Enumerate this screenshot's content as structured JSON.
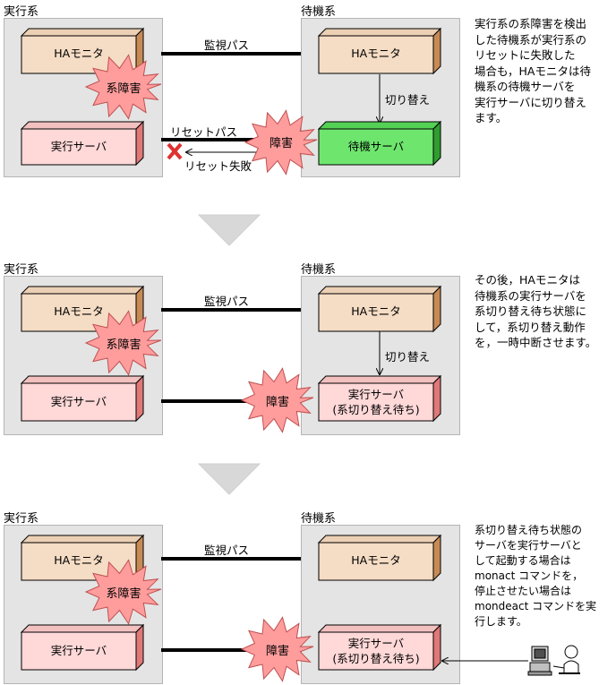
{
  "labels": {
    "active": "実行系",
    "standby": "待機系",
    "ha_monitor": "HAモニタ",
    "active_server": "実行サーバ",
    "standby_server": "待機サーバ",
    "waiting_server_line1": "実行サーバ",
    "waiting_server_line2": "(系切り替え待ち)",
    "system_failure": "系障害",
    "failure": "障害",
    "monitor_path": "監視パス",
    "reset_path": "リセットパス",
    "reset_failed": "リセット失敗",
    "switch": "切り替え"
  },
  "notes": {
    "step1": "実行系の系障害を検出\nした待機系が実行系の\nリセットに失敗した\n場合も，HAモニタは待\n機系の待機サーバを\n実行サーバに切り替え\nます。",
    "step2": "その後，HAモニタは\n待機系の実行サーバを\n系切り替え待ち状態に\nして，系切り替え動作\nを，一時中断させます。",
    "step3": "系切り替え待ち状態の\nサーバを実行サーバと\nして起動する場合は\nmonact コマンドを，\n停止させたい場合は\nmondeact コマンドを実\n行します。"
  },
  "colors": {
    "region_bg": "#e4e4e4",
    "ha_monitor": "#f5dcc4",
    "server": "#ffd8d8",
    "standby_server": "#6ee66e",
    "burst": "#ff9d9d",
    "arrow_down": "#d8d8d8",
    "cross": "#e03030"
  },
  "icons": {
    "cross": "cross-mark-icon",
    "operator": "operator-at-terminal-icon"
  }
}
